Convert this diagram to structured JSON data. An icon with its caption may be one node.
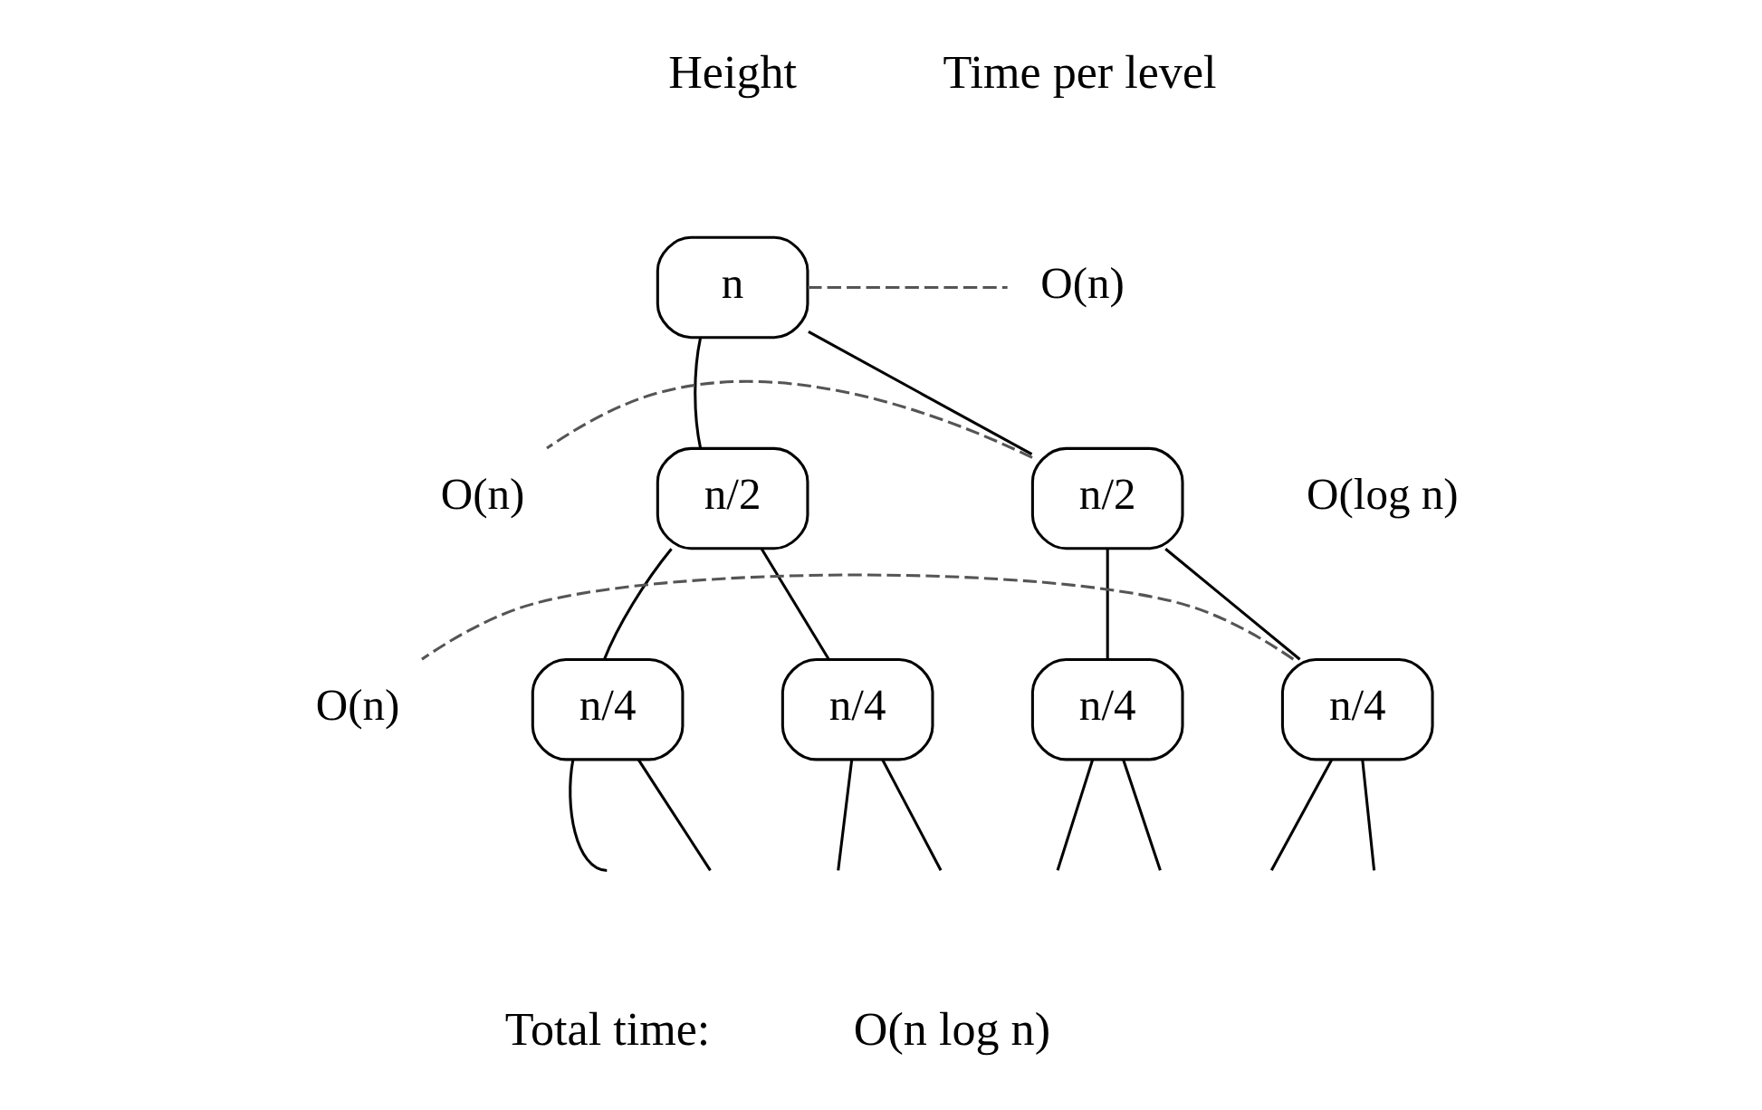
{
  "diagram": {
    "nodes": [
      {
        "text": [
          "n"
        ]
      },
      {
        "text": [
          "n/2"
        ]
      },
      {
        "text": [
          "n/2"
        ]
      },
      {
        "text": [
          "n/4"
        ]
      },
      {
        "text": [
          "n/4"
        ]
      },
      {
        "text": [
          "n/4"
        ]
      },
      {
        "text": [
          "n/4"
        ]
      },
      {
        "text": [
          "O(n)"
        ]
      },
      {
        "text": [
          "O(n)"
        ]
      },
      {
        "text": [
          "O(n)"
        ]
      }
    ],
    "edges": [
      {
        "from": 0,
        "to": 1,
        "arrow": "none"
      },
      {
        "from": 0,
        "to": 2,
        "arrow": "none"
      },
      {
        "from": 1,
        "to": 3,
        "arrow": "none"
      },
      {
        "from": 1,
        "to": 4,
        "arrow": "none"
      },
      {
        "from": 2,
        "to": 5,
        "arrow": "none"
      },
      {
        "from": 2,
        "to": 6,
        "arrow": "none"
      },
      {
        "from": 3,
        "to": null,
        "arrow": "none"
      },
      {
        "from": 3,
        "to": null,
        "arrow": "none"
      },
      {
        "from": 4,
        "to": null,
        "arrow": "none"
      },
      {
        "from": 4,
        "to": null,
        "arrow": "none"
      },
      {
        "from": 5,
        "to": null,
        "arrow": "none"
      },
      {
        "from": 5,
        "to": null,
        "arrow": "none"
      },
      {
        "from": 6,
        "to": null,
        "arrow": "none"
      },
      {
        "from": 6,
        "to": null,
        "arrow": "none"
      },
      {
        "from": 0,
        "to": 7,
        "arrow": "none",
        "style": "dashed"
      },
      {
        "from": 2,
        "to": 8,
        "arrow": "none",
        "style": "dashed"
      },
      {
        "from": 6,
        "to": 9,
        "arrow": "none",
        "style": "dashed"
      }
    ],
    "labels": [
      "Height",
      "Time per level",
      "O(log n)",
      "Total time:",
      "O(n log n)"
    ]
  }
}
